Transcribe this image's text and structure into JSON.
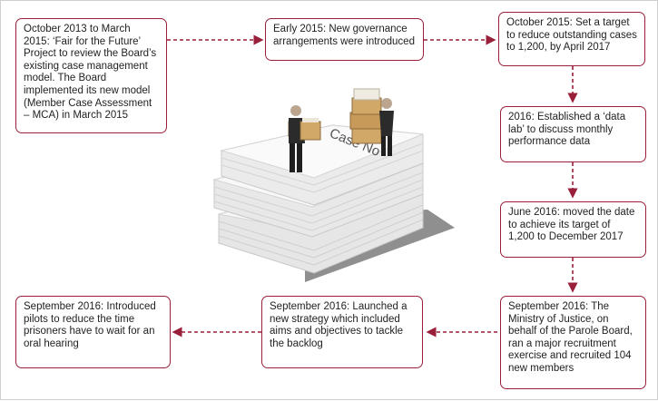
{
  "diagram": {
    "accent_color": "#9a1f3a",
    "illustration": {
      "description_icon": "stacked-case-papers-with-figures-icon",
      "stamp_text": "Case No"
    },
    "steps": [
      {
        "id": "s1",
        "text": "October 2013 to March 2015: ‘Fair for the Future’ Project to review the Board’s existing case management model. The Board implemented its new model (Member Case Assessment – MCA) in March 2015"
      },
      {
        "id": "s2",
        "text": "Early 2015: New governance arrangements were introduced"
      },
      {
        "id": "s3",
        "text": "October 2015: Set a target to reduce outstanding cases to 1,200, by April 2017"
      },
      {
        "id": "s4",
        "text": "2016: Established a ‘data lab’ to discuss monthly performance data"
      },
      {
        "id": "s5",
        "text": "June 2016: moved the date to achieve its target of 1,200 to December 2017"
      },
      {
        "id": "s6",
        "text": "September 2016: The Ministry of Justice, on behalf of the Parole Board, ran a major recruitment exercise and recruited 104 new members"
      },
      {
        "id": "s7",
        "text": "September 2016: Launched a new strategy which included aims and objectives to tackle the backlog"
      },
      {
        "id": "s8",
        "text": "September 2016: Introduced pilots to reduce the time prisoners have to wait for an oral hearing"
      }
    ]
  }
}
